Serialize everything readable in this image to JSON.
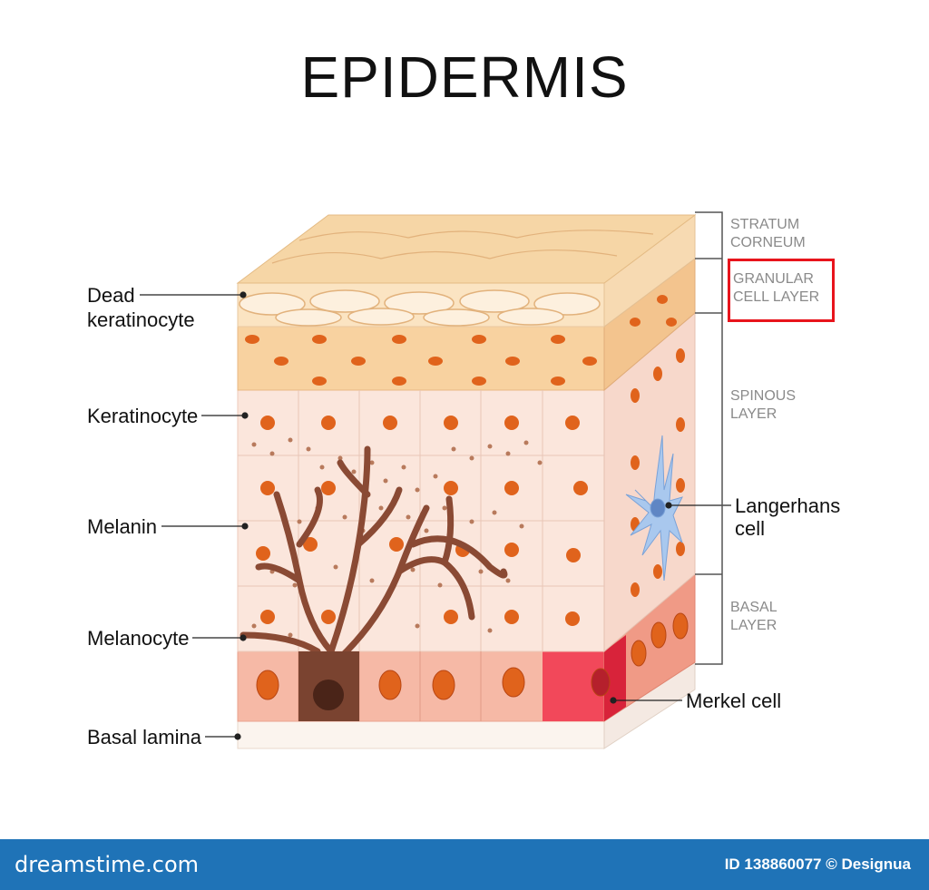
{
  "title": "EPIDERMIS",
  "labels": {
    "dead_keratinocyte_1": "Dead",
    "dead_keratinocyte_2": "keratinocyte",
    "keratinocyte": "Keratinocyte",
    "melanin": "Melanin",
    "melanocyte": "Melanocyte",
    "basal_lamina": "Basal lamina",
    "langerhans_1": "Langerhans",
    "langerhans_2": "cell",
    "merkel": "Merkel cell"
  },
  "layers": {
    "corneum_1": "STRATUM",
    "corneum_2": "CORNEUM",
    "granular_1": "GRANULAR",
    "granular_2": "CELL LAYER",
    "spinous_1": "SPINOUS",
    "spinous_2": "LAYER",
    "basal_1": "BASAL",
    "basal_2": "LAYER"
  },
  "highlight": "granular-cell-layer",
  "colors": {
    "highlight": "#e8141c",
    "corneum": "#f6d6a6",
    "spinous": "#fbe6dc",
    "basal": "#f6b9a6",
    "nucleus": "#e0631c",
    "melanocyte": "#7a4330",
    "merkel": "#f2485a",
    "langerhans": "#a9c8ee"
  },
  "footer": {
    "brand": "dreamstime.com",
    "credit": "ID 138860077 © Designua"
  }
}
